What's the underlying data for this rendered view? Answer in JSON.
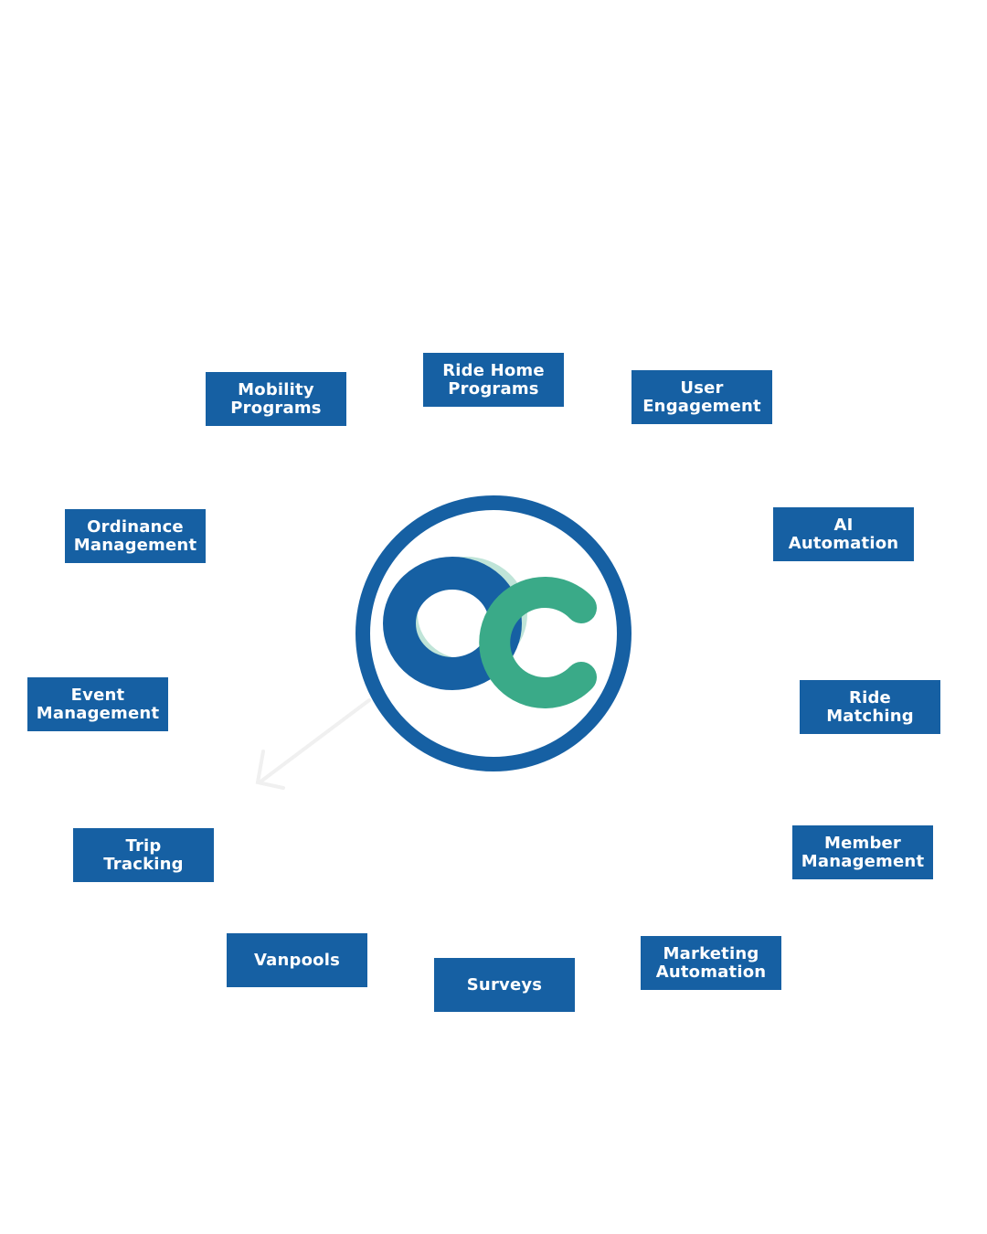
{
  "title": "Platform capabilities",
  "center_logo": {
    "name": "OC logo",
    "text": "OC"
  },
  "colors": {
    "box": "#1660a3",
    "ring": "#1660a3",
    "green": "#3aaa88",
    "light_green": "#bfe4d8"
  },
  "items": [
    {
      "label": "Mobility\nPrograms"
    },
    {
      "label": "Ride Home\nPrograms"
    },
    {
      "label": "User\nEngagement"
    },
    {
      "label": "AI\nAutomation"
    },
    {
      "label": "Ordinance\nManagement"
    },
    {
      "label": "Event\nManagement"
    },
    {
      "label": "Ride\nMatching"
    },
    {
      "label": "Trip\nTracking"
    },
    {
      "label": "Member\nManagement"
    },
    {
      "label": "Vanpools"
    },
    {
      "label": "Surveys"
    },
    {
      "label": "Marketing\nAutomation"
    }
  ]
}
